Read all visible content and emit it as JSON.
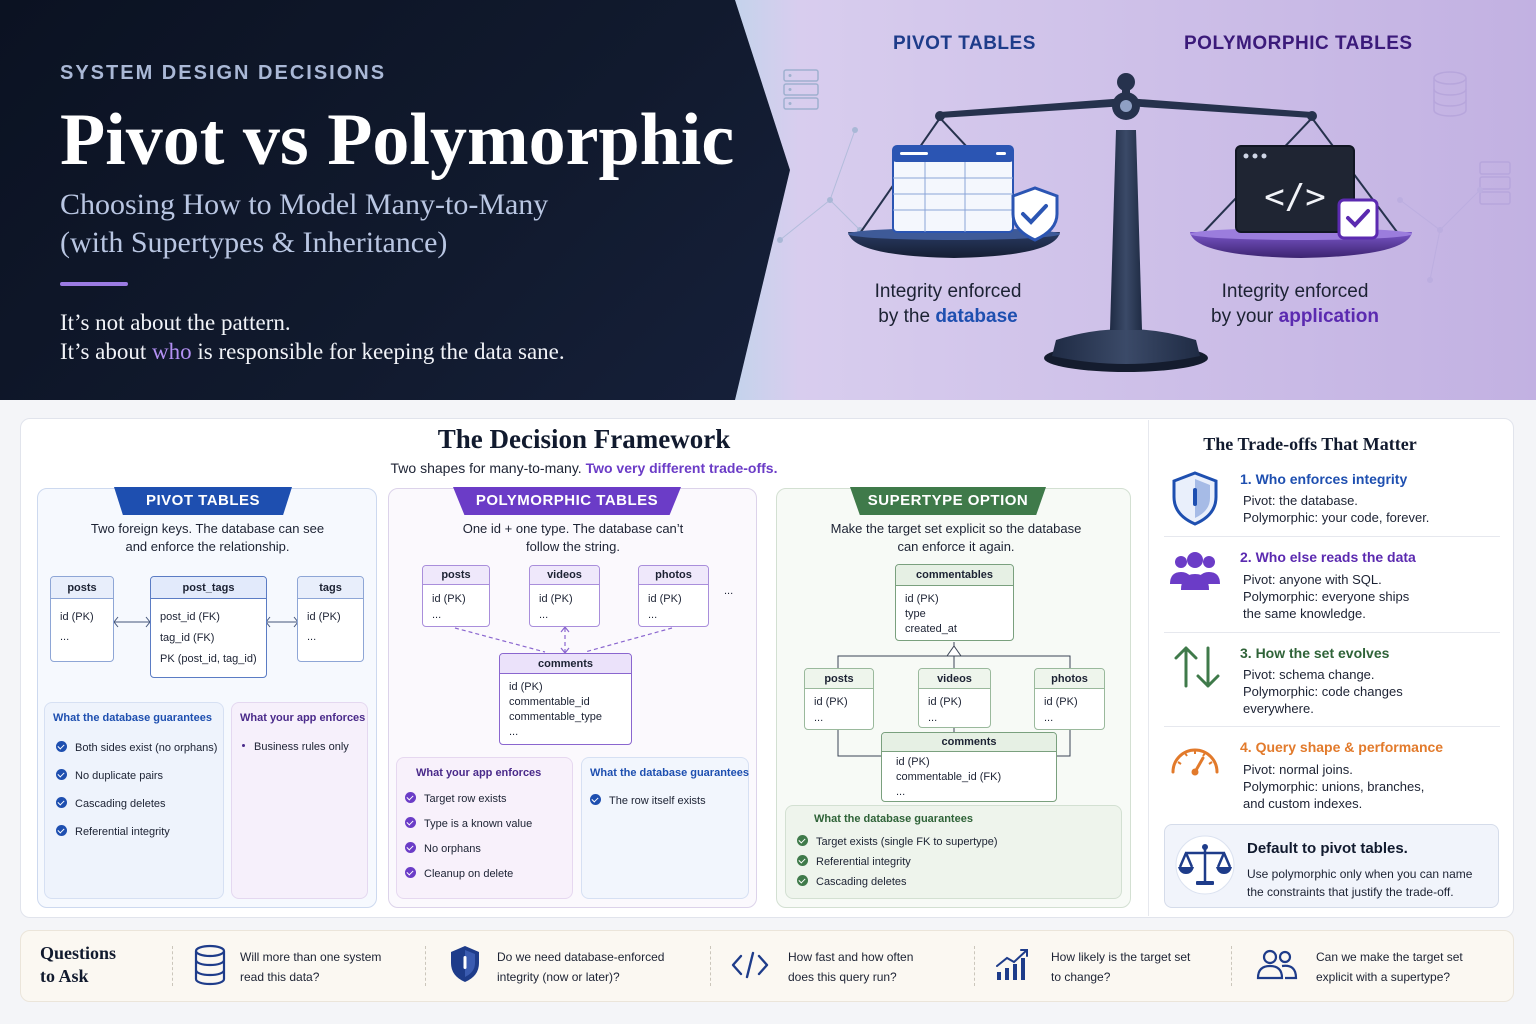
{
  "hero": {
    "eyebrow": "SYSTEM DESIGN DECISIONS",
    "title": "Pivot vs Polymorphic",
    "subtitle_line1": "Choosing How to Model Many-to-Many",
    "subtitle_line2": "(with Supertypes & Inheritance)",
    "line1": "It’s not about the pattern.",
    "line2_a": "It’s about ",
    "line2_who": "who",
    "line2_b": " is responsible for keeping the data sane.",
    "pivot_heading": "PIVOT TABLES",
    "poly_heading": "POLYMORPHIC TABLES",
    "pivot_caption_1": "Integrity enforced",
    "pivot_caption_2a": "by the ",
    "pivot_caption_2b": "database",
    "poly_caption_1": "Integrity enforced",
    "poly_caption_2a": "by your ",
    "poly_caption_2b": "application",
    "code_glyph": "</>"
  },
  "framework": {
    "title": "The Decision Framework",
    "sub_a": "Two shapes for many-to-many. ",
    "sub_b": "Two very different trade-offs.",
    "pivot": {
      "label": "PIVOT TABLES",
      "desc1": "Two foreign keys. The database can see",
      "desc2": "and enforce the relationship.",
      "tables": {
        "posts": {
          "name": "posts",
          "rows": [
            "id (PK)",
            "..."
          ]
        },
        "post_tags": {
          "name": "post_tags",
          "rows": [
            "post_id (FK)",
            "tag_id (FK)",
            "PK (post_id, tag_id)"
          ]
        },
        "tags": {
          "name": "tags",
          "rows": [
            "id (PK)",
            "..."
          ]
        }
      },
      "db_title": "What the database guarantees",
      "db_items": [
        "Both sides exist (no orphans)",
        "No duplicate pairs",
        "Cascading deletes",
        "Referential integrity"
      ],
      "app_title": "What your app enforces",
      "app_items": [
        "Business rules only"
      ]
    },
    "poly": {
      "label": "POLYMORPHIC TABLES",
      "desc1": "One id + one type. The database can’t",
      "desc2": "follow the string.",
      "tables": {
        "posts": {
          "name": "posts",
          "rows": [
            "id (PK)",
            "..."
          ]
        },
        "videos": {
          "name": "videos",
          "rows": [
            "id (PK)",
            "..."
          ]
        },
        "photos": {
          "name": "photos",
          "rows": [
            "id (PK)",
            "..."
          ]
        },
        "comments": {
          "name": "comments",
          "rows": [
            "id (PK)",
            "commentable_id",
            "commentable_type",
            "..."
          ]
        }
      },
      "ellipsis": "...",
      "app_title": "What your app enforces",
      "app_items": [
        "Target row exists",
        "Type is a known value",
        "No orphans",
        "Cleanup on delete"
      ],
      "db_title": "What the database guarantees",
      "db_items": [
        "The row itself exists"
      ]
    },
    "super": {
      "label": "SUPERTYPE OPTION",
      "desc1": "Make the target set explicit so the database",
      "desc2": "can enforce it again.",
      "tables": {
        "commentables": {
          "name": "commentables",
          "rows": [
            "id (PK)",
            "type",
            "created_at"
          ]
        },
        "posts": {
          "name": "posts",
          "rows": [
            "id (PK)",
            "..."
          ]
        },
        "videos": {
          "name": "videos",
          "rows": [
            "id (PK)",
            "..."
          ]
        },
        "photos": {
          "name": "photos",
          "rows": [
            "id (PK)",
            "..."
          ]
        },
        "comments": {
          "name": "comments",
          "rows": [
            "id (PK)",
            "commentable_id (FK)",
            "..."
          ]
        }
      },
      "db_title": "What the database guarantees",
      "db_items": [
        "Target exists (single FK to supertype)",
        "Referential integrity",
        "Cascading deletes"
      ]
    }
  },
  "tradeoffs": {
    "title": "The Trade-offs That Matter",
    "items": [
      {
        "head": "1. Who enforces integrity",
        "body": [
          "Pivot: the database.",
          "Polymorphic: your code, forever."
        ]
      },
      {
        "head": "2. Who else reads the data",
        "body": [
          "Pivot: anyone with SQL.",
          "Polymorphic: everyone ships",
          "the same knowledge."
        ]
      },
      {
        "head": "3. How the set evolves",
        "body": [
          "Pivot: schema change.",
          "Polymorphic: code changes",
          "everywhere."
        ]
      },
      {
        "head": "4. Query shape & performance",
        "body": [
          "Pivot: normal joins.",
          "Polymorphic: unions, branches,",
          "and custom indexes."
        ]
      }
    ],
    "default_head": "Default to pivot tables.",
    "default_body": [
      "Use polymorphic only when you can name",
      "the constraints that justify the trade-off."
    ]
  },
  "questions": {
    "title_1": "Questions",
    "title_2": "to Ask",
    "items": [
      [
        "Will more than one system",
        "read this data?"
      ],
      [
        "Do we need database-enforced",
        "integrity (now or later)?"
      ],
      [
        "How fast and how often",
        "does this query run?"
      ],
      [
        "How likely is the target set",
        "to change?"
      ],
      [
        "Can we make the target set",
        "explicit with a supertype?"
      ]
    ]
  },
  "colors": {
    "pivot": "#1e4fb0",
    "poly": "#6b3cc7",
    "super": "#3f7a4a",
    "orange": "#e27a2b"
  }
}
